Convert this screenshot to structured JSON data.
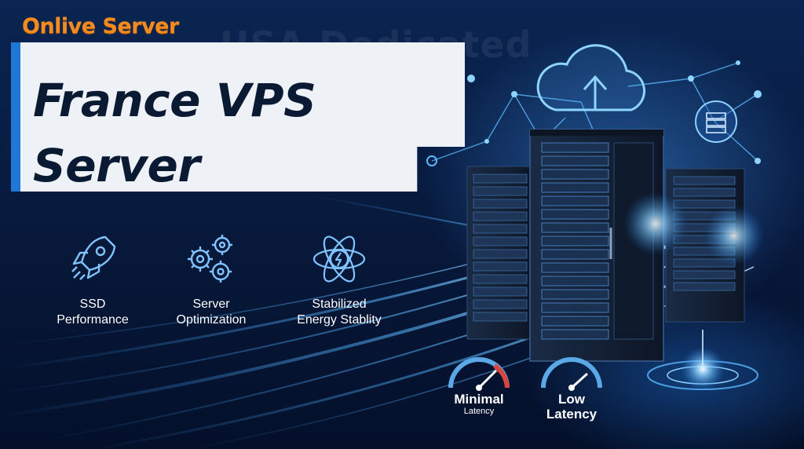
{
  "brand": {
    "logo_text": "Onlive Server",
    "accent": "#f58a1f"
  },
  "background_text": "USA Dedicated",
  "title": {
    "line1": "France VPS",
    "line2": "Server"
  },
  "features": [
    {
      "icon": "rocket-icon",
      "line1": "SSD",
      "line2": "Performance"
    },
    {
      "icon": "gears-icon",
      "line1": "Server",
      "line2": "Optimization"
    },
    {
      "icon": "atom-energy-icon",
      "line1": "Stabilized",
      "line2": "Energy Stablity"
    }
  ],
  "gauges": [
    {
      "icon": "speedometer-icon",
      "line1": "Minimal",
      "line2": "Latency"
    },
    {
      "icon": "speedometer-icon",
      "line1": "Low",
      "line2": "Latency"
    }
  ],
  "colors": {
    "background": "#061a3d",
    "glow": "#46a0ff",
    "title_panel": "#eef1f5",
    "title_text": "#0b1a33"
  }
}
